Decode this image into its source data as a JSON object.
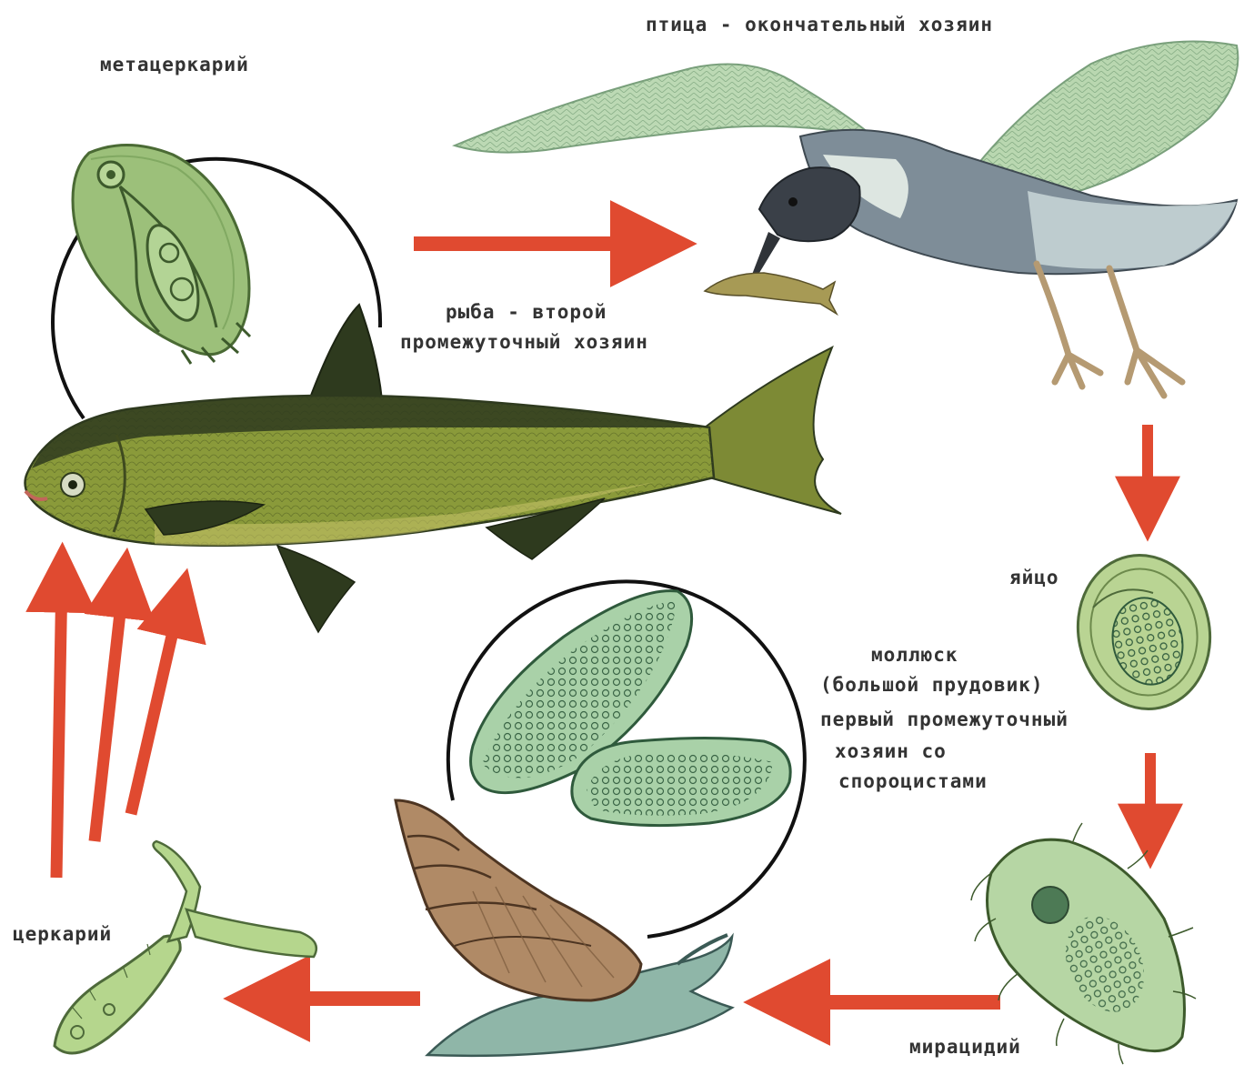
{
  "labels": {
    "metacercaria": "метацеркарий",
    "bird": "птица - окончательный хозяин",
    "fish_line1": "рыба - второй",
    "fish_line2": "промежуточный хозяин",
    "egg": "яйцо",
    "mollusk_line1": "моллюск",
    "mollusk_line2": "(большой прудовик)",
    "mollusk_line3": "первый промежуточный",
    "mollusk_line4": "хозяин со",
    "mollusk_line5": "спороцистами",
    "cercaria": "церкарий",
    "miracidium": "мирацидий"
  },
  "colors": {
    "arrow": "#e04a30",
    "fish_body": "#8a9a3a",
    "fish_dark": "#2e3a1e",
    "bird_body": "#6f7e8a",
    "wing": "#b9d7b0",
    "snail_shell": "#b08a66",
    "snail_body": "#8fb6a8",
    "larva": "#9fc48a",
    "circle": "#111111"
  }
}
